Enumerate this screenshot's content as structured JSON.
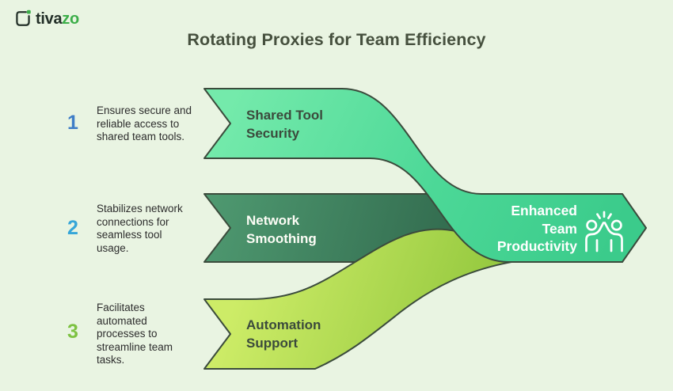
{
  "logo": {
    "brand_dark": "tiva",
    "brand_green": "zo",
    "mark_icon": "tivazo-logo-mark"
  },
  "title": "Rotating Proxies for Team Efficiency",
  "items": [
    {
      "number": "1",
      "description": "Ensures secure and\nreliable access to\nshared team tools.",
      "number_color": "#3f7ec7"
    },
    {
      "number": "2",
      "description": "Stabilizes network\nconnections for\nseamless tool\nusage.",
      "number_color": "#36a6d8"
    },
    {
      "number": "3",
      "description": "Facilitates\nautomated\nprocesses to\nstreamline team\ntasks.",
      "number_color": "#7dc242"
    }
  ],
  "bands": [
    {
      "label": "Shared Tool\nSecurity",
      "fill": "#5ee3a2",
      "text_color": "#3b4a3c"
    },
    {
      "label": "Network\nSmoothing",
      "fill": "#3d8160",
      "text_color": "#fdfdf6"
    },
    {
      "label": "Automation\nSupport",
      "fill": "#a6d94a",
      "text_color": "#3b4a3c"
    }
  ],
  "output": {
    "label": "Enhanced\nTeam\nProductivity",
    "fill": "#3ecd8d",
    "text_color": "#ffffff",
    "icon": "high-five-people-icon"
  },
  "colors": {
    "background": "#e9f4e2",
    "outline": "#3b4b3c",
    "title": "#46503e",
    "body_text": "#2d2d2d",
    "brand_dark": "#232f28",
    "brand_green": "#3cae49"
  }
}
